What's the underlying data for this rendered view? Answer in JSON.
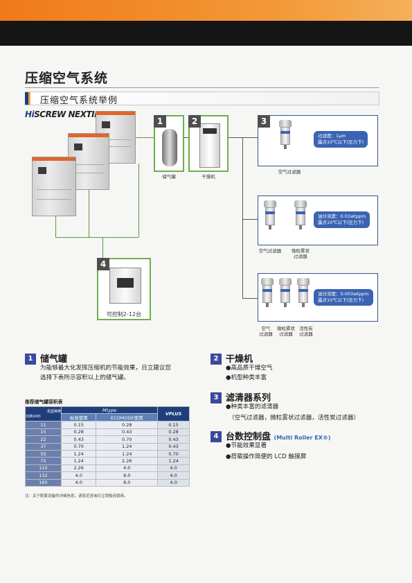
{
  "page_title": "压缩空气系统",
  "section_title": "压缩空气系统举例",
  "brand": {
    "prefix": "Hi",
    "name": "SCREW NEXT",
    "suffix": "II"
  },
  "items": [
    {
      "num": "1",
      "label": "储气罐"
    },
    {
      "num": "2",
      "label": "干燥机"
    },
    {
      "num": "3",
      "label": "空气过滤器"
    },
    {
      "num": "4",
      "label": "可控制2-12台"
    }
  ],
  "filter_groups": [
    {
      "spec_lines": [
        "过滤度：1μm",
        "露点10℃以下(压力下)"
      ],
      "captions": [
        "空气过滤器"
      ]
    },
    {
      "spec_lines": [
        "油分浓度：0.01wtppm",
        "露点10℃以下(压力下)"
      ],
      "captions": [
        "空气过滤器",
        "微粒雾状",
        "过滤器"
      ]
    },
    {
      "spec_lines": [
        "油分浓度：0.003wtppm",
        "露点10℃以下(压力下)"
      ],
      "captions": [
        "空气",
        "过滤器",
        "微粒雾状",
        "过滤器",
        "活性炭",
        "过滤器"
      ]
    }
  ],
  "sec1": {
    "num": "1",
    "title": "储气罐",
    "lines": [
      "为能够最大化发挥压缩机的节能效果，日立建议您",
      "选择下表所示容积以上的储气罐。"
    ]
  },
  "table": {
    "title": "推荐储气罐容积表",
    "corner_top": "机型种类",
    "corner_bottom": "功率(kW)",
    "m_type": "Mtype",
    "v_plus": "VPLUS",
    "sub_headers": [
      "标准使用",
      "ECOMODE使用"
    ],
    "rows": [
      [
        "11",
        "0.15",
        "0.28",
        "0.15"
      ],
      [
        "15",
        "0.28",
        "0.43",
        "0.28"
      ],
      [
        "22",
        "0.43",
        "0.70",
        "0.43"
      ],
      [
        "37",
        "0.70",
        "1.24",
        "0.43"
      ],
      [
        "55",
        "1.24",
        "1.24",
        "0.70"
      ],
      [
        "75",
        "1.24",
        "2.26",
        "1.24"
      ],
      [
        "110",
        "2.26",
        "4.0",
        "4.0"
      ],
      [
        "132",
        "4.0",
        "8.0",
        "4.0"
      ],
      [
        "160",
        "4.0",
        "8.0",
        "4.0"
      ]
    ],
    "note": "注：关于配套设备的详细信息，请就近咨询日立销售经销商。"
  },
  "sec2": {
    "num": "2",
    "title": "干燥机",
    "bullets": [
      "●高品质干燥空气",
      "●机型种类丰富"
    ]
  },
  "sec3": {
    "num": "3",
    "title": "滤清器系列",
    "bullets": [
      "●种类丰富的滤清器",
      "（空气过滤器，微粒雾状过滤器，活性炭过滤器）"
    ]
  },
  "sec4": {
    "num": "4",
    "title": "台数控制盘",
    "subtitle": "(Multi Roller EX®)",
    "bullets": [
      "●节能效果显著",
      "●搭载操作简便的 LCD 触摸屏"
    ]
  }
}
